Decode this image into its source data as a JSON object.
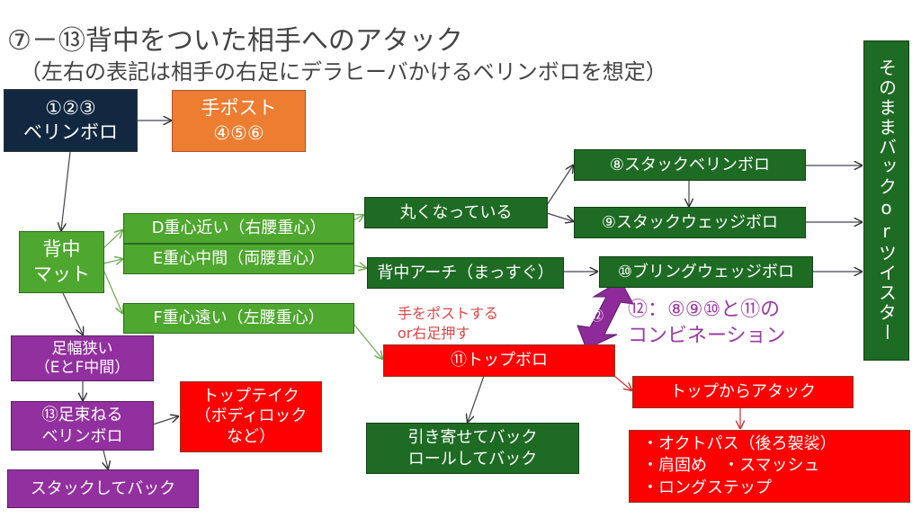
{
  "title": "⑦－⑬背中をついた相手へのアタック",
  "subtitle": "（左右の表記は相手の右足にデラヒーバかけるベリンボロを想定）",
  "nodes": {
    "start": {
      "line1": "①②③",
      "line2": "ベリンボロ"
    },
    "hand_post": {
      "line1": "手ポスト",
      "line2": "④⑤⑥"
    },
    "back_mat": {
      "line1": "背中",
      "line2": "マット"
    },
    "d": "D重心近い（右腰重心）",
    "e": "E重心中間（両腰重心）",
    "f": "F重心遠い（左腰重心）",
    "rounded": "丸くなっている",
    "arch": "背中アーチ（まっすぐ）",
    "stack_berimbolo": "⑧スタックベリンボロ",
    "stack_wedge": "⑨スタックウェッジボロ",
    "bring_wedge": "⑩ブリングウェッジボロ",
    "back_or_twister": "そのままバックorツイスター",
    "narrow": {
      "line1": "足幅狭い",
      "line2": "（EとF中間）"
    },
    "bundle": {
      "line1": "⑬足束ねる",
      "line2": "ベリンボロ"
    },
    "stack_back": "スタックしてバック",
    "top_take": {
      "line1": "トップテイク",
      "line2": "（ボディロック",
      "line3": "など）"
    },
    "top_bolo": "⑪トップボロ",
    "pull_back": {
      "line1": "引き寄せてバック",
      "line2": "ロールしてバック"
    },
    "attack_from_top": "トップからアタック",
    "attacks": [
      "・オクトパス（後ろ袈裟）",
      "・肩固め　・スマッシュ",
      "・ロングステップ"
    ]
  },
  "annotations": {
    "post_note": {
      "line1": "手をポストする",
      "line2": "or右足押す"
    },
    "combo_badge": "⑫",
    "combo_note": {
      "line1": "⑫：⑧⑨⑩と⑪の",
      "line2": "コンビネーション"
    }
  },
  "colors": {
    "navy": "#112840",
    "orange": "#ED7D31",
    "light_green": "#4ea72e",
    "dark_green": "#1e6b23",
    "red": "#ff0000",
    "purple": "#93309f"
  }
}
